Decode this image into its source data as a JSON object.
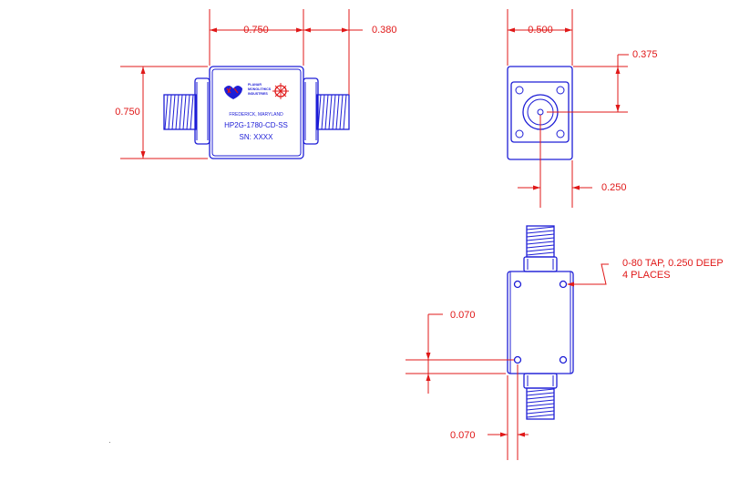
{
  "dimensions": {
    "front_width": "0.750",
    "front_connector": "0.380",
    "front_height": "0.750",
    "end_width": "0.500",
    "end_height_to_center": "0.375",
    "end_center_offset": "0.250",
    "top_hole_y": "0.070",
    "top_hole_x": "0.070"
  },
  "note": {
    "line1": "0-80 TAP, 0.250 DEEP",
    "line2": "4 PLACES"
  },
  "label": {
    "company_l1": "PLANAR",
    "company_l2": "MONOLITHICS",
    "company_l3": "INDUSTRIES",
    "location": "FREDERICK, MARYLAND",
    "part_number": "HP2G-1780-CD-SS",
    "serial": "SN: XXXX"
  },
  "colors": {
    "outline": "#1d1dd6",
    "dimension": "#e01818"
  }
}
